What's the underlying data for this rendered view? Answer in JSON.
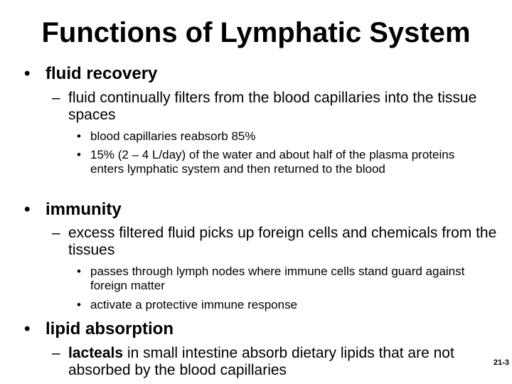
{
  "slide": {
    "title": "Functions of Lymphatic System",
    "bullet_char": "•",
    "dash_char": "–",
    "sections": [
      {
        "heading": "fluid recovery",
        "sub": {
          "text": "fluid continually filters from the blood capillaries into the tissue spaces"
        },
        "points": [
          "blood capillaries reabsorb 85%",
          "15% (2 – 4 L/day) of the water and about half of the plasma proteins enters lymphatic system and then returned to the blood"
        ]
      },
      {
        "heading": "immunity",
        "sub": {
          "text": "excess filtered fluid picks up foreign cells and chemicals from the tissues"
        },
        "points": [
          "passes through lymph nodes where immune cells stand guard against foreign matter",
          "activate a protective immune response"
        ]
      },
      {
        "heading": "lipid absorption",
        "sub": {
          "bold_term": "lacteals",
          "text": " in small intestine absorb dietary lipids that are not absorbed by the blood capillaries"
        },
        "points": []
      }
    ],
    "slide_number": "21-3"
  }
}
